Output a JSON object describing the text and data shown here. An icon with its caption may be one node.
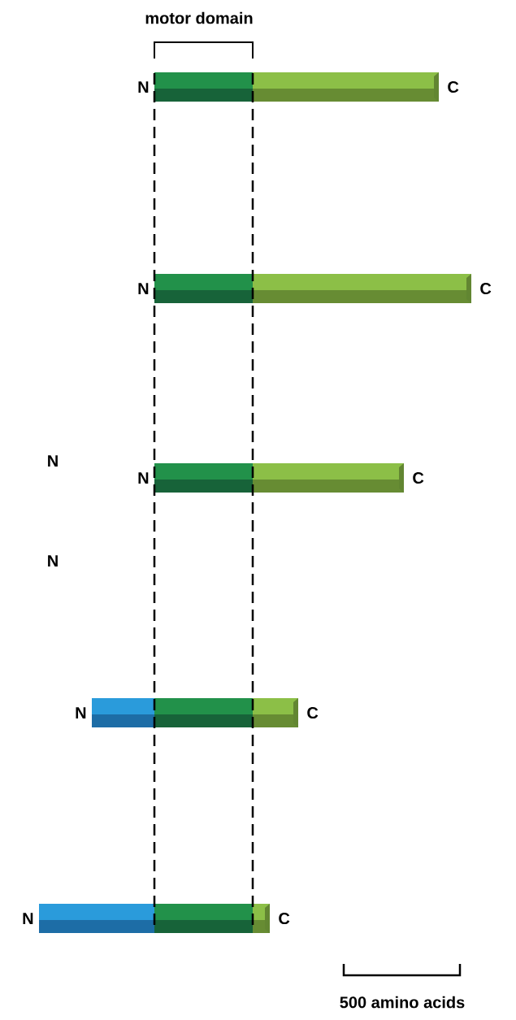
{
  "diagram": {
    "nodes": [
      {
        "text": [],
        "shape": "bar",
        "beside": [
          "N",
          "C"
        ]
      },
      {
        "text": [],
        "shape": "bar",
        "beside": [
          "N",
          "C"
        ]
      },
      {
        "text": [],
        "shape": "bar",
        "beside": [
          "N",
          "C"
        ]
      },
      {
        "text": [],
        "shape": "bar",
        "beside": [
          "N",
          "C"
        ]
      },
      {
        "text": [],
        "shape": "bar",
        "beside": [
          "N",
          "C"
        ]
      }
    ],
    "labels": [
      "motor domain",
      "N",
      "N",
      "500 amino acids"
    ]
  }
}
